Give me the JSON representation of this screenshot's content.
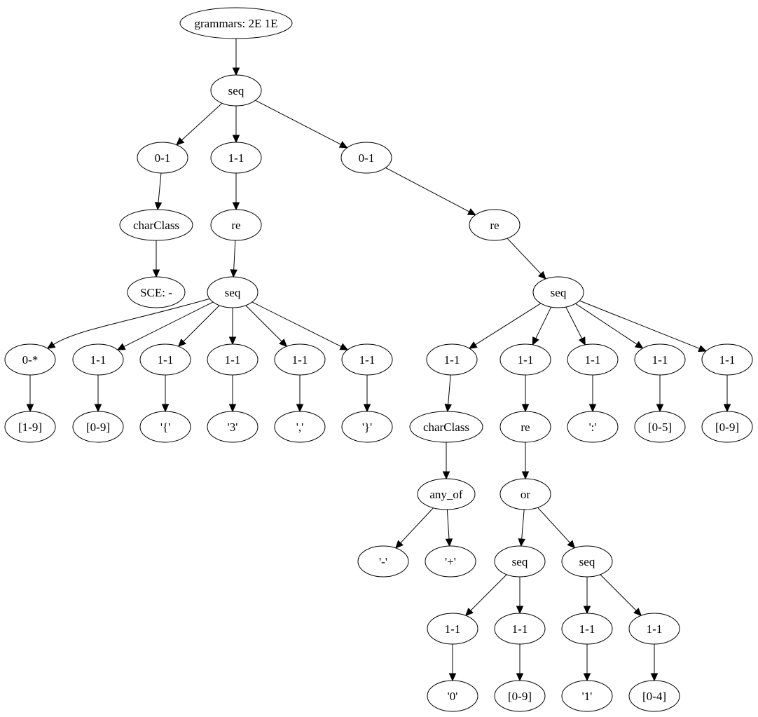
{
  "colors": {
    "node_stroke": "#000000",
    "node_fill": "#ffffff",
    "edge": "#000000",
    "background": "#ffffff"
  },
  "nodes": [
    {
      "id": "n0",
      "label": "grammars: 2E 1E"
    },
    {
      "id": "n1",
      "label": "seq"
    },
    {
      "id": "n2",
      "label": "0-1"
    },
    {
      "id": "n3",
      "label": "1-1"
    },
    {
      "id": "n4",
      "label": "0-1"
    },
    {
      "id": "n5",
      "label": "charClass"
    },
    {
      "id": "n6",
      "label": "re"
    },
    {
      "id": "n7",
      "label": "re"
    },
    {
      "id": "n8",
      "label": "SCE: -"
    },
    {
      "id": "n9",
      "label": "seq"
    },
    {
      "id": "n10",
      "label": "seq"
    },
    {
      "id": "n11",
      "label": "0-*"
    },
    {
      "id": "n12",
      "label": "1-1"
    },
    {
      "id": "n13",
      "label": "1-1"
    },
    {
      "id": "n14",
      "label": "1-1"
    },
    {
      "id": "n15",
      "label": "1-1"
    },
    {
      "id": "n16",
      "label": "1-1"
    },
    {
      "id": "n17",
      "label": "[1-9]"
    },
    {
      "id": "n18",
      "label": "[0-9]"
    },
    {
      "id": "n19",
      "label": "'{'"
    },
    {
      "id": "n20",
      "label": "'3'"
    },
    {
      "id": "n21",
      "label": "','"
    },
    {
      "id": "n22",
      "label": "'}'"
    },
    {
      "id": "n23",
      "label": "1-1"
    },
    {
      "id": "n24",
      "label": "1-1"
    },
    {
      "id": "n25",
      "label": "1-1"
    },
    {
      "id": "n26",
      "label": "1-1"
    },
    {
      "id": "n27",
      "label": "1-1"
    },
    {
      "id": "n28",
      "label": "charClass"
    },
    {
      "id": "n29",
      "label": "re"
    },
    {
      "id": "n30",
      "label": "':'"
    },
    {
      "id": "n31",
      "label": "[0-5]"
    },
    {
      "id": "n32",
      "label": "[0-9]"
    },
    {
      "id": "n33",
      "label": "any_of"
    },
    {
      "id": "n34",
      "label": "or"
    },
    {
      "id": "n35",
      "label": "'-'"
    },
    {
      "id": "n36",
      "label": "'+'"
    },
    {
      "id": "n37",
      "label": "seq"
    },
    {
      "id": "n38",
      "label": "seq"
    },
    {
      "id": "n39",
      "label": "1-1"
    },
    {
      "id": "n40",
      "label": "1-1"
    },
    {
      "id": "n41",
      "label": "1-1"
    },
    {
      "id": "n42",
      "label": "1-1"
    },
    {
      "id": "n43",
      "label": "'0'"
    },
    {
      "id": "n44",
      "label": "[0-9]"
    },
    {
      "id": "n45",
      "label": "'1'"
    },
    {
      "id": "n46",
      "label": "[0-4]"
    }
  ],
  "edges": [
    [
      "n0",
      "n1"
    ],
    [
      "n1",
      "n2"
    ],
    [
      "n1",
      "n3"
    ],
    [
      "n1",
      "n4"
    ],
    [
      "n2",
      "n5"
    ],
    [
      "n3",
      "n6"
    ],
    [
      "n4",
      "n7"
    ],
    [
      "n5",
      "n8"
    ],
    [
      "n6",
      "n9"
    ],
    [
      "n7",
      "n10"
    ],
    [
      "n9",
      "n11"
    ],
    [
      "n9",
      "n12"
    ],
    [
      "n9",
      "n13"
    ],
    [
      "n9",
      "n14"
    ],
    [
      "n9",
      "n15"
    ],
    [
      "n9",
      "n16"
    ],
    [
      "n11",
      "n17"
    ],
    [
      "n12",
      "n18"
    ],
    [
      "n13",
      "n19"
    ],
    [
      "n14",
      "n20"
    ],
    [
      "n15",
      "n21"
    ],
    [
      "n16",
      "n22"
    ],
    [
      "n10",
      "n23"
    ],
    [
      "n10",
      "n24"
    ],
    [
      "n10",
      "n25"
    ],
    [
      "n10",
      "n26"
    ],
    [
      "n10",
      "n27"
    ],
    [
      "n23",
      "n28"
    ],
    [
      "n24",
      "n29"
    ],
    [
      "n25",
      "n30"
    ],
    [
      "n26",
      "n31"
    ],
    [
      "n27",
      "n32"
    ],
    [
      "n28",
      "n33"
    ],
    [
      "n29",
      "n34"
    ],
    [
      "n33",
      "n35"
    ],
    [
      "n33",
      "n36"
    ],
    [
      "n34",
      "n37"
    ],
    [
      "n34",
      "n38"
    ],
    [
      "n37",
      "n39"
    ],
    [
      "n37",
      "n40"
    ],
    [
      "n38",
      "n41"
    ],
    [
      "n38",
      "n42"
    ],
    [
      "n39",
      "n43"
    ],
    [
      "n40",
      "n44"
    ],
    [
      "n41",
      "n45"
    ],
    [
      "n42",
      "n46"
    ]
  ]
}
